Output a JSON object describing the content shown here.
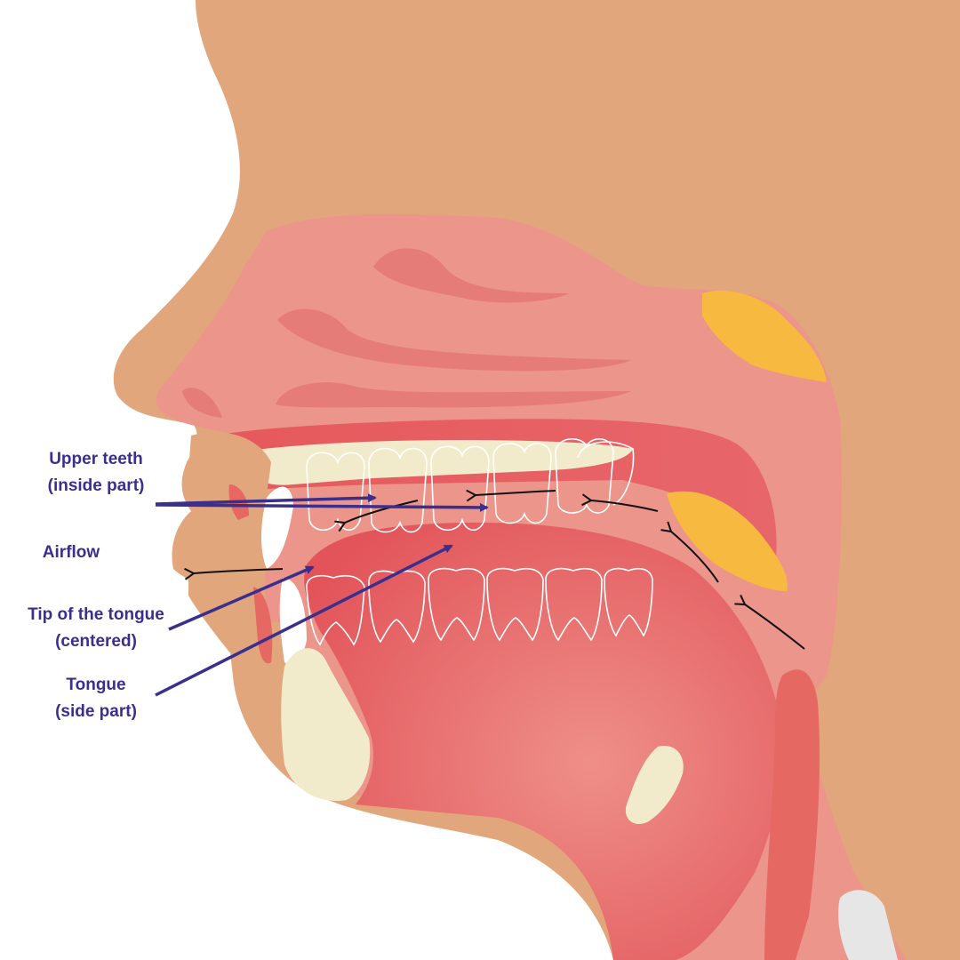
{
  "colors": {
    "skin": "#E2A67C",
    "tissue": "#EC958A",
    "tissue_dark": "#E66862",
    "tongue": "#E85D5F",
    "bone": "#F2EBCB",
    "fat": "#F7B93F",
    "label": "#3B2F8E",
    "arrow": "#111111",
    "tooth_outline": "#FFFFFF"
  },
  "labels": {
    "upper_teeth": {
      "line1": "Upper teeth",
      "line2": "(inside part)"
    },
    "airflow": {
      "line1": "Airflow"
    },
    "tongue_tip": {
      "line1": "Tip of the tongue",
      "line2": "(centered)"
    },
    "tongue_side": {
      "line1": "Tongue",
      "line2": "(side part)"
    }
  },
  "icons": {
    "airflow_arrows": "arrow-left-icon",
    "pointer_lines": "pointer-arrow-icon"
  }
}
